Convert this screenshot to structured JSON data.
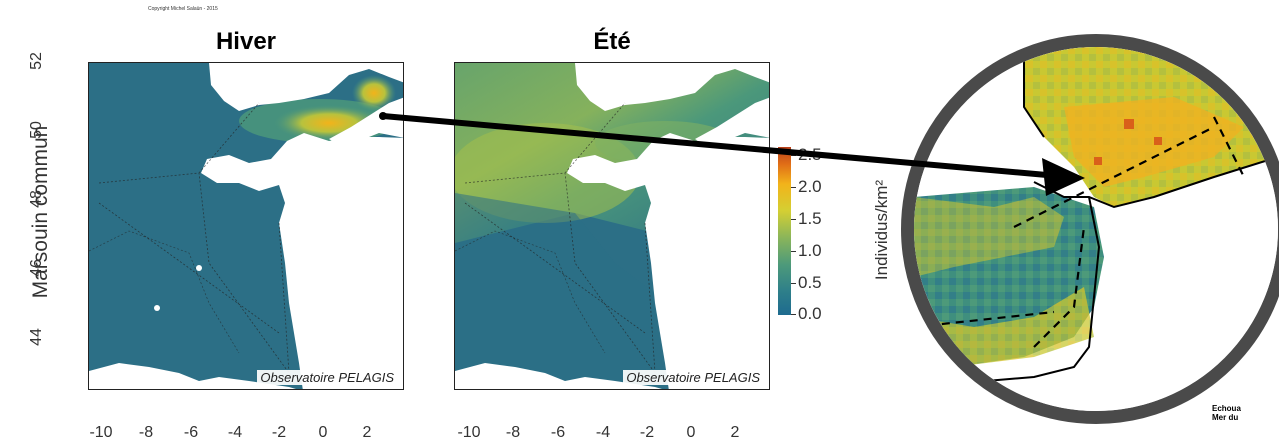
{
  "copyright": "Copyright Michel Salaün - 2015",
  "ylabel": "Marsouin commun",
  "y_ticks": [
    "52",
    "50",
    "48",
    "46",
    "44"
  ],
  "x_ticks": [
    "-10",
    "-8",
    "-6",
    "-4",
    "-2",
    "0",
    "2"
  ],
  "panels": [
    {
      "title": "Hiver",
      "source": "Observatoire PELAGIS"
    },
    {
      "title": "Été",
      "source": "Observatoire PELAGIS"
    }
  ],
  "colorbar": {
    "label": "Individus/km²",
    "ticks": [
      "2.5",
      "2.0",
      "1.5",
      "1.0",
      "0.5",
      "0.0"
    ],
    "colors": [
      "#1e6b8f",
      "#4d9a7a",
      "#d4cf33",
      "#f2b31a",
      "#b9401a"
    ]
  },
  "colors": {
    "sea_low": "#2c6f86",
    "land": "#ffffff",
    "frame": "#4a4a4a"
  },
  "footer": {
    "line1": "Echoua",
    "line2": "Mer du"
  }
}
